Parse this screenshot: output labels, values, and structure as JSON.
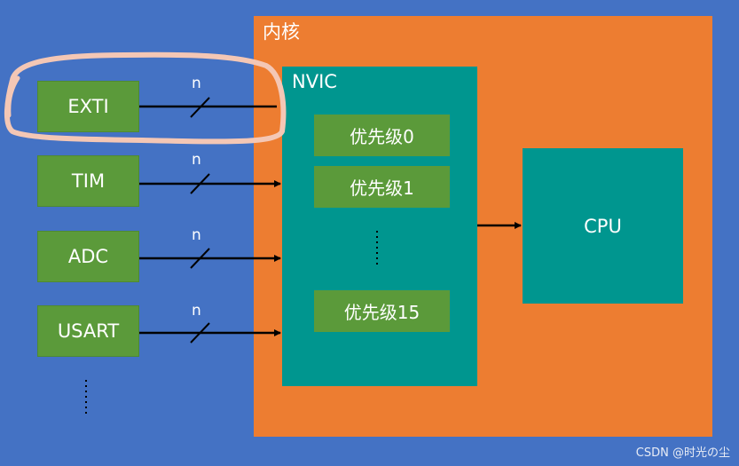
{
  "core": {
    "title": "内核"
  },
  "nvic": {
    "title": "NVIC",
    "priorities": [
      "优先级0",
      "优先级1",
      "优先级15"
    ]
  },
  "cpu": {
    "label": "CPU"
  },
  "sources": [
    {
      "label": "EXTI",
      "width_label": "n",
      "highlighted": true
    },
    {
      "label": "TIM",
      "width_label": "n"
    },
    {
      "label": "ADC",
      "width_label": "n"
    },
    {
      "label": "USART",
      "width_label": "n"
    }
  ],
  "colors": {
    "background": "#4472c4",
    "core": "#ed7d31",
    "nvic": "#00968f",
    "cpu": "#00968f",
    "source_box": "#5b9a3a",
    "highlight": "#f4c7b5"
  },
  "watermark": "CSDN @时光の尘"
}
